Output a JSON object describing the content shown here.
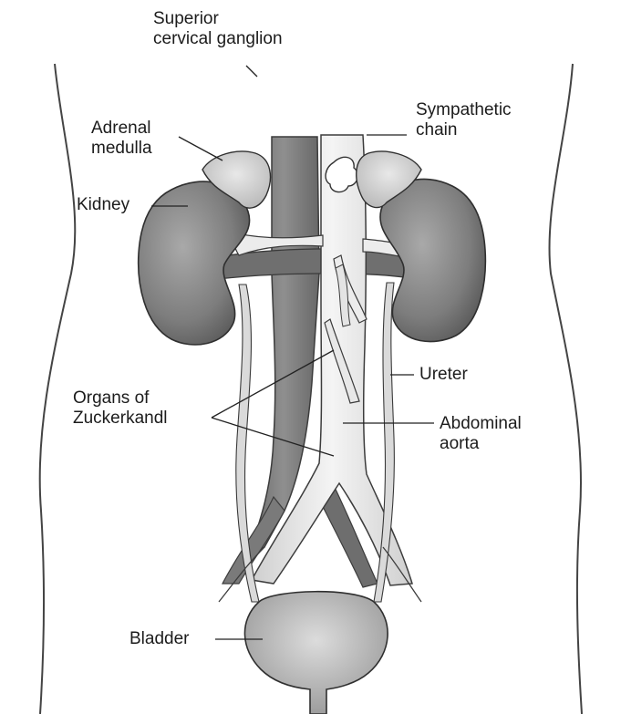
{
  "labels": {
    "superior_cervical_ganglion": [
      "Superior",
      "cervical ganglion"
    ],
    "adrenal_medulla": [
      "Adrenal",
      "medulla"
    ],
    "kidney": "Kidney",
    "sympathetic_chain": [
      "Sympathetic",
      "chain"
    ],
    "ureter": "Ureter",
    "organs_of_zuckerkandl": [
      "Organs of",
      "Zuckerkandl"
    ],
    "abdominal_aorta": [
      "Abdominal",
      "aorta"
    ],
    "bladder": "Bladder"
  }
}
